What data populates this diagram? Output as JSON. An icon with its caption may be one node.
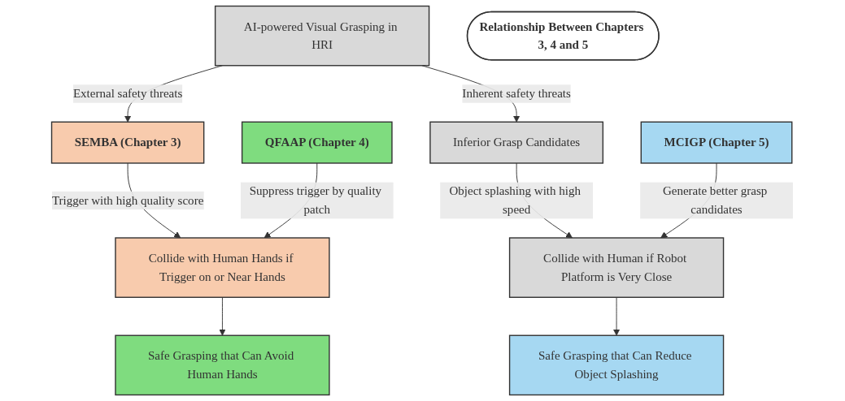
{
  "diagram": {
    "nodes": [
      {
        "text": [
          "SEMBA (Chapter 3)"
        ]
      },
      {
        "text": [
          "Collide with Human Hands if Trigger on or Near Hands"
        ]
      },
      {
        "text": [
          "QFAAP (Chapter 4)"
        ]
      },
      {
        "text": [
          "Safe Grasping that Can Avoid Human Hands"
        ]
      },
      {
        "text": [
          "AI-powered Visual Grasping in HRI"
        ]
      },
      {
        "text": [
          "Relationship Between Chapters 3, 4 and 5"
        ]
      },
      {
        "text": [
          "Safe Grasping that Can Reduce Object Splashing"
        ]
      },
      {
        "text": [
          "Inferior Grasp Candidates"
        ]
      },
      {
        "text": [
          "Collide with Human if Robot Platform is Very Close"
        ]
      },
      {
        "text": [
          "MCIGP (Chapter 5)"
        ]
      }
    ],
    "edges": [
      {
        "from": 0,
        "to": 1,
        "arrow": "to",
        "label": "Trigger with high quality score"
      },
      {
        "from": 1,
        "to": 3,
        "arrow": "to"
      },
      {
        "from": 2,
        "to": 1,
        "arrow": "to",
        "label": "Suppress trigger by quality patch"
      },
      {
        "from": 4,
        "to": 0,
        "arrow": "to",
        "label": "External safety threats"
      },
      {
        "from": 4,
        "to": 7,
        "arrow": "to",
        "label": "Inherent safety threats"
      },
      {
        "from": 7,
        "to": 8,
        "arrow": "to",
        "label": "Object splashing with high speed"
      },
      {
        "from": 8,
        "to": 6,
        "arrow": "to"
      },
      {
        "from": 9,
        "to": 8,
        "arrow": "to",
        "label": "Generate better grasp candidates"
      }
    ]
  }
}
